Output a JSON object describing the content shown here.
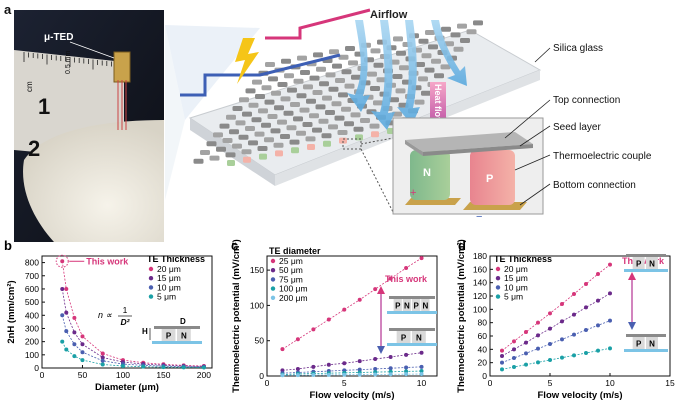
{
  "panel_a": {
    "label": "a",
    "photo": {
      "device_label": "μ-TED",
      "ruler_unit": "cm",
      "ruler_mm": "0.5 mm",
      "ruler_num1": "1",
      "ruler_num2": "2"
    },
    "airflow_label": "Airflow",
    "heat_flow_label": "Heat flow",
    "annotations": [
      "Silica glass",
      "Top connection",
      "Seed layer",
      "Thermoelectric couple",
      "Bottom connection"
    ],
    "p_label": "P",
    "n_label": "N",
    "plus": "+",
    "minus": "−"
  },
  "colors": {
    "pink": "#d6367a",
    "purple": "#6b2a8a",
    "blue": "#4a5fb0",
    "teal": "#1aa0a6",
    "light_blue": "#7cc4e6"
  },
  "chart_data": [
    {
      "panel": "b",
      "type": "scatter",
      "xlabel": "Diameter (μm)",
      "ylabel": "2nH (mm/cm²)",
      "xlim": [
        0,
        210
      ],
      "ylim": [
        0,
        850
      ],
      "xticks": [
        "0",
        "50",
        "100",
        "150",
        "200"
      ],
      "yticks": [
        "0",
        "100",
        "200",
        "300",
        "400",
        "500",
        "600",
        "700",
        "800"
      ],
      "legend_title": "TE Thickness",
      "legend": "top-right",
      "annotation": "This work",
      "formula": {
        "lhs": "n ∝",
        "num": "1",
        "den": "D²"
      },
      "schematic": {
        "h": "H",
        "d": "D",
        "p": "P",
        "n": "N"
      },
      "series": [
        {
          "name": "20 μm",
          "color": "pink",
          "x": [
            25,
            30,
            40,
            50,
            75,
            100,
            125,
            150,
            175,
            200
          ],
          "y": [
            810,
            600,
            380,
            240,
            110,
            60,
            40,
            28,
            20,
            15
          ]
        },
        {
          "name": "15 μm",
          "color": "purple",
          "x": [
            25,
            30,
            40,
            50,
            75,
            100,
            125,
            150,
            175,
            200
          ],
          "y": [
            600,
            420,
            270,
            180,
            80,
            45,
            30,
            21,
            15,
            11
          ]
        },
        {
          "name": "10 μm",
          "color": "blue",
          "x": [
            25,
            30,
            40,
            50,
            75,
            100,
            125,
            150,
            175,
            200
          ],
          "y": [
            400,
            280,
            180,
            120,
            55,
            30,
            20,
            14,
            10,
            8
          ]
        },
        {
          "name": "5 μm",
          "color": "teal",
          "x": [
            25,
            30,
            40,
            50,
            75,
            100,
            125,
            150,
            175,
            200
          ],
          "y": [
            200,
            140,
            90,
            60,
            27,
            15,
            10,
            7,
            5,
            4
          ]
        }
      ]
    },
    {
      "panel": "c",
      "type": "line",
      "xlabel": "Flow velocity (m/s)",
      "ylabel": "Thermoelectric potential (mV/cm²)",
      "xlim": [
        0,
        11
      ],
      "ylim": [
        0,
        170
      ],
      "xticks": [
        "0",
        "5",
        "10"
      ],
      "yticks": [
        "0",
        "50",
        "100",
        "150"
      ],
      "legend_title": "TE diameter",
      "legend": "top-left",
      "annotation": "This work",
      "series": [
        {
          "name": "25 μm",
          "color": "pink",
          "x": [
            1,
            2,
            3,
            4,
            5,
            6,
            7,
            8,
            9,
            10
          ],
          "y": [
            38,
            52,
            66,
            80,
            94,
            108,
            123,
            138,
            153,
            167
          ]
        },
        {
          "name": "50 μm",
          "color": "purple",
          "x": [
            1,
            2,
            3,
            4,
            5,
            6,
            7,
            8,
            9,
            10
          ],
          "y": [
            8,
            10,
            13,
            16,
            18,
            21,
            24,
            27,
            30,
            33
          ]
        },
        {
          "name": "75 μm",
          "color": "blue",
          "x": [
            1,
            2,
            3,
            4,
            5,
            6,
            7,
            8,
            9,
            10
          ],
          "y": [
            4,
            5,
            6,
            7,
            8,
            9,
            10,
            11,
            12,
            13
          ]
        },
        {
          "name": "100 μm",
          "color": "teal",
          "x": [
            1,
            2,
            3,
            4,
            5,
            6,
            7,
            8,
            9,
            10
          ],
          "y": [
            2,
            3,
            3.5,
            4,
            4.5,
            5,
            5.5,
            6,
            6.5,
            7
          ]
        },
        {
          "name": "200 μm",
          "color": "light_blue",
          "x": [
            1,
            2,
            3,
            4,
            5,
            6,
            7,
            8,
            9,
            10
          ],
          "y": [
            1,
            1.2,
            1.4,
            1.6,
            1.8,
            2,
            2.2,
            2.4,
            2.6,
            2.8
          ]
        }
      ],
      "schematic": {
        "p": "P",
        "n": "N"
      }
    },
    {
      "panel": "d",
      "type": "line",
      "xlabel": "Flow velocity (m/s)",
      "ylabel": "Thermoelectric potential (mV/cm²)",
      "xlim": [
        0,
        15
      ],
      "ylim": [
        0,
        180
      ],
      "xticks": [
        "0",
        "5",
        "10",
        "15"
      ],
      "yticks": [
        "0",
        "20",
        "40",
        "60",
        "80",
        "100",
        "120",
        "140",
        "160",
        "180"
      ],
      "legend_title": "TE Thickness",
      "legend": "top-left",
      "annotation": "This work",
      "series": [
        {
          "name": "20 μm",
          "color": "pink",
          "x": [
            1,
            2,
            3,
            4,
            5,
            6,
            7,
            8,
            9,
            10
          ],
          "y": [
            38,
            52,
            66,
            80,
            94,
            108,
            123,
            138,
            153,
            167
          ]
        },
        {
          "name": "15 μm",
          "color": "purple",
          "x": [
            1,
            2,
            3,
            4,
            5,
            6,
            7,
            8,
            9,
            10
          ],
          "y": [
            30,
            40,
            50,
            61,
            71,
            82,
            92,
            103,
            113,
            124
          ]
        },
        {
          "name": "10 μm",
          "color": "blue",
          "x": [
            1,
            2,
            3,
            4,
            5,
            6,
            7,
            8,
            9,
            10
          ],
          "y": [
            20,
            27,
            34,
            41,
            48,
            55,
            62,
            69,
            76,
            83
          ]
        },
        {
          "name": "5 μm",
          "color": "teal",
          "x": [
            1,
            2,
            3,
            4,
            5,
            6,
            7,
            8,
            9,
            10
          ],
          "y": [
            10,
            13.5,
            17,
            20.5,
            24,
            27.5,
            31,
            34.5,
            38,
            41.5
          ]
        }
      ],
      "schematic": {
        "p": "P",
        "n": "N"
      }
    }
  ]
}
